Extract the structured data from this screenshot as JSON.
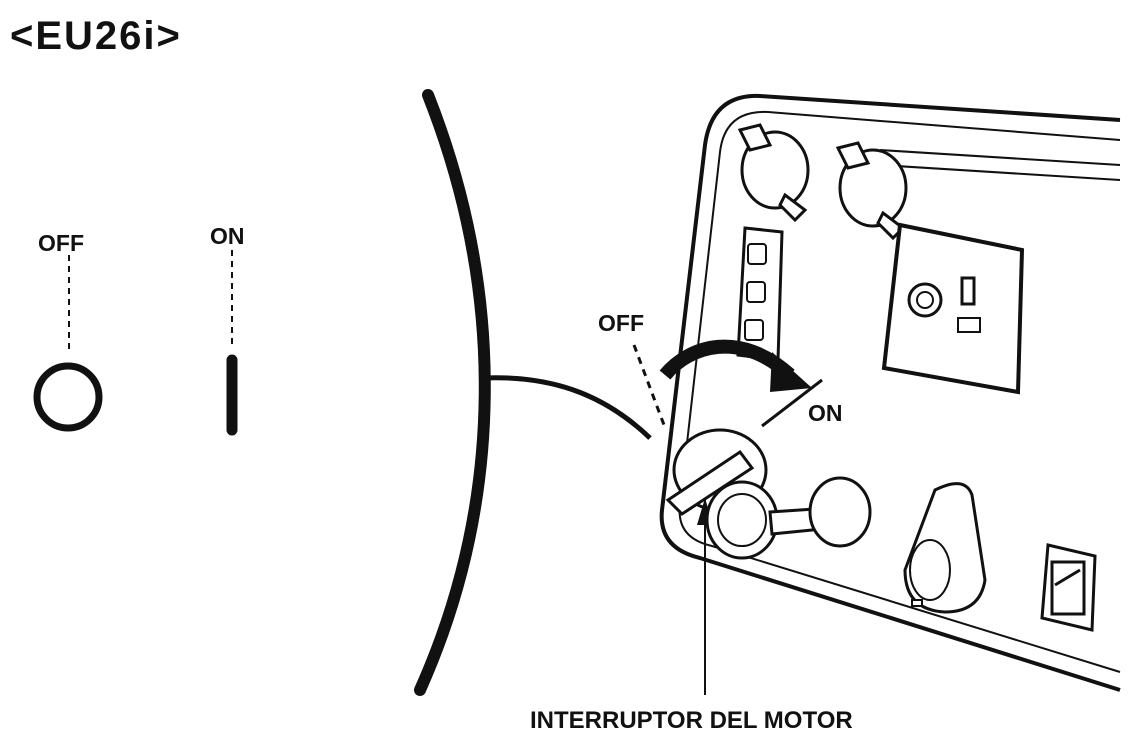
{
  "title": "<EU26i>",
  "legend": {
    "off_label": "OFF",
    "on_label": "ON",
    "off_symbol": "circle-symbol",
    "on_symbol": "line-symbol"
  },
  "panel": {
    "off_label": "OFF",
    "on_label": "ON"
  },
  "callout": {
    "label": "INTERRUPTOR DEL MOTOR"
  },
  "colors": {
    "line": "#111111",
    "background": "#ffffff"
  }
}
